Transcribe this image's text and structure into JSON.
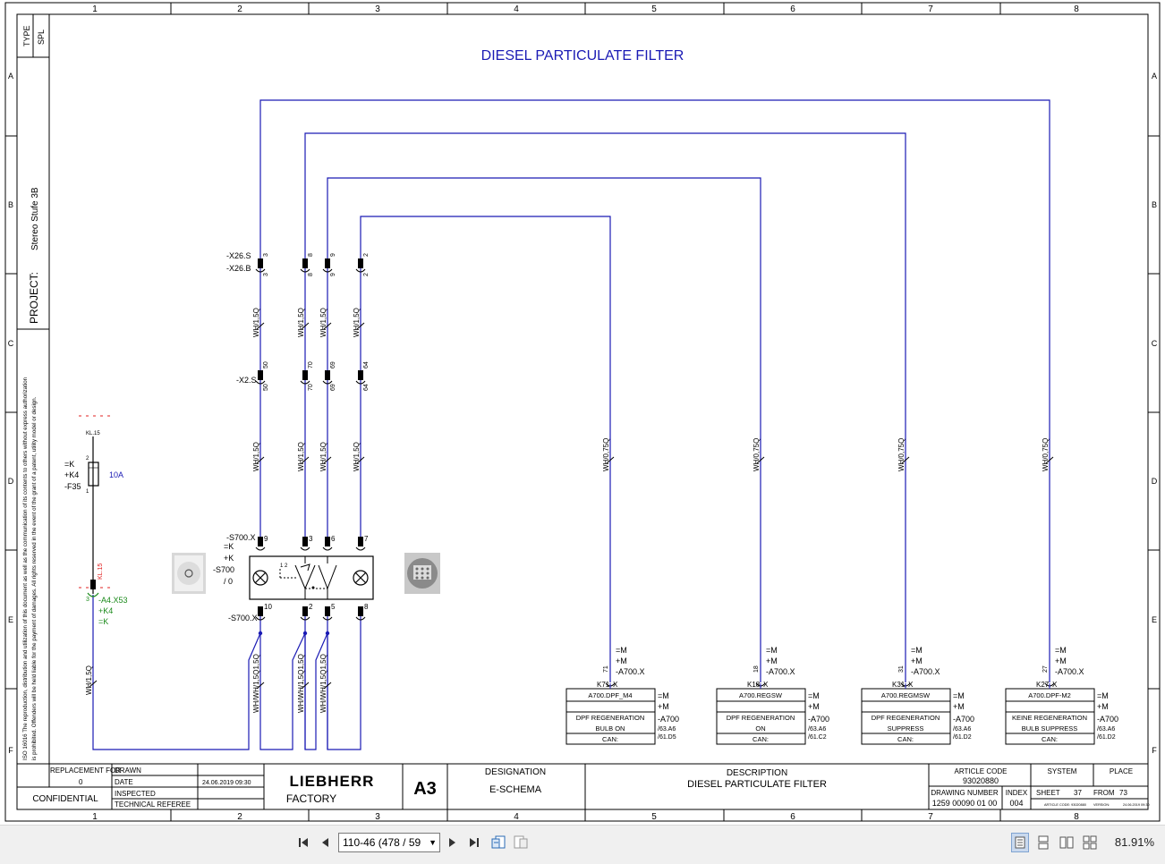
{
  "title": "DIESEL PARTICULATE FILTER",
  "columns": [
    "1",
    "2",
    "3",
    "4",
    "5",
    "6",
    "7",
    "8"
  ],
  "rows": [
    "A",
    "B",
    "C",
    "D",
    "E",
    "F"
  ],
  "left_strip": {
    "type_label": "TYPE",
    "type_value": "SPL",
    "project_label": "PROJECT:",
    "project_value": "Stereo Stufe 3B",
    "iso_note_line1": "ISO 16016 The reproduction, distribution and utilization of this document as well as the communication of its contents to others without express authorization",
    "iso_note_line2": "is prohibited. Offenders will be held liable for the payment of damages. All rights reserved in the event of the grant of a patent, utility model or design."
  },
  "connectors": {
    "x26s": "-X26.S",
    "x26b": "-X26.B",
    "x2s": "-X2.S",
    "s700x_top": "-S700.X",
    "s700x_bottom": "-S700.X",
    "pins_x26_top": [
      "3",
      "8",
      "9",
      "2"
    ],
    "pins_x26_bottom": [
      "3",
      "8",
      "9",
      "2"
    ],
    "pins_x2_top": [
      "50",
      "70",
      "69",
      "64"
    ],
    "pins_x2_bottom": [
      "50",
      "70",
      "69",
      "64"
    ],
    "pins_s700_top": [
      "9",
      "3",
      "6",
      "7"
    ],
    "pins_s700_bottom": [
      "10",
      "2",
      "5",
      "8"
    ]
  },
  "wire_labels": {
    "wh15": "WH/1,5Q",
    "wh075": "WH/0,75Q",
    "whwh15": "WH/WH/1,5Q1,5Q"
  },
  "fuse": {
    "kl15": "KL.15",
    "eq_k": "=K",
    "plus_k4": "+K4",
    "f35": "-F35",
    "rating": "10A",
    "pin_top": "2",
    "pin_bottom": "1"
  },
  "a4x53": {
    "kl15_red": "KL.15",
    "pin": "3",
    "ref": "-A4.X53",
    "plus": "+K4",
    "eq": "=K"
  },
  "switch": {
    "eq": "=K",
    "plus": "+K",
    "ref": "-S700",
    "pos": "/ 0",
    "positions": "1 2"
  },
  "modules": [
    {
      "pin": "71",
      "k": "K71",
      "m1": "=M",
      "m2": "+M",
      "ax": "-A700.X",
      "name": "A700.DPF_M4",
      "line1": "DPF REGENERATION",
      "line2": "BULB ON",
      "can": "CAN:",
      "r1": "=M",
      "r2": "+M",
      "r3": "-A700",
      "ref1": "/63.A6",
      "ref2": "/61.D5"
    },
    {
      "pin": "18",
      "k": "K18",
      "m1": "=M",
      "m2": "+M",
      "ax": "-A700.X",
      "name": "A700.REGSW",
      "line1": "DPF REGENERATION",
      "line2": "ON",
      "can": "CAN:",
      "r1": "=M",
      "r2": "+M",
      "r3": "-A700",
      "ref1": "/63.A6",
      "ref2": "/61.C2"
    },
    {
      "pin": "31",
      "k": "K31",
      "m1": "=M",
      "m2": "+M",
      "ax": "-A700.X",
      "name": "A700.REGMSW",
      "line1": "DPF REGENERATION",
      "line2": "SUPPRESS",
      "can": "CAN:",
      "r1": "=M",
      "r2": "+M",
      "r3": "-A700",
      "ref1": "/63.A6",
      "ref2": "/61.D2"
    },
    {
      "pin": "27",
      "k": "K27",
      "m1": "=M",
      "m2": "+M",
      "ax": "-A700.X",
      "name": "A700.DPF-M2",
      "line1": "KEINE REGENERATION",
      "line2": "BULB SUPPRESS",
      "can": "CAN:",
      "r1": "=M",
      "r2": "+M",
      "r3": "-A700",
      "ref1": "/63.A6",
      "ref2": "/61.D2"
    }
  ],
  "title_block": {
    "replacement_for": "REPLACEMENT FOR",
    "replacement_value": "0",
    "confidential": "CONFIDENTIAL",
    "drawn": "DRAWN",
    "date": "DATE",
    "date_value": "24.06.2019  09:30",
    "inspected": "INSPECTED",
    "technical_referee": "TECHNICAL REFEREE",
    "logo": "LIEBHERR",
    "factory": "FACTORY",
    "format": "A3",
    "designation_label": "DESIGNATION",
    "designation_value": "E-SCHEMA",
    "description_label": "DESCRIPTION",
    "description_value": "DIESEL PARTICULATE FILTER",
    "article_code_label": "ARTICLE CODE",
    "article_code_value": "93020880",
    "drawing_number_label": "DRAWING NUMBER",
    "drawing_number_value": "1259 00090 01 00",
    "index_label": "INDEX",
    "index_value": "004",
    "system_label": "SYSTEM",
    "place_label": "PLACE",
    "sheet_label": "SHEET",
    "sheet_value": "37",
    "from_label": "FROM",
    "from_value": "73",
    "tiny_article": "ARTICLE CODE: 93020880",
    "tiny_version": "VERSION:",
    "tiny_date": "24.06.2019  09:30"
  },
  "toolbar": {
    "page_value": "110-46 (478 / 59",
    "zoom": "81.91%"
  },
  "colors": {
    "wire": "#1a1ab4",
    "frame": "#000000",
    "green_ref": "#1a8a1a",
    "red_ref": "#e02020",
    "title_blue": "#1a1ab4"
  }
}
